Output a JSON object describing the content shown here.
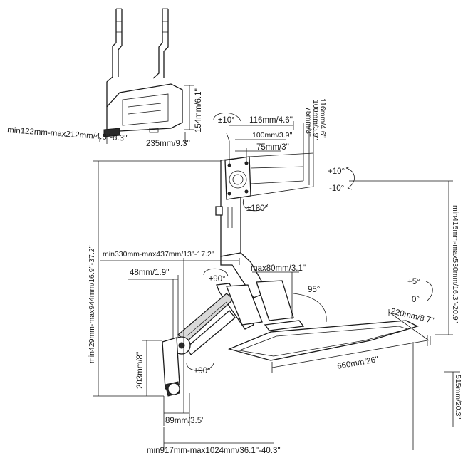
{
  "dimensions": {
    "cpu_holder_height": "154mm/6.1''",
    "cpu_holder_width": "235mm/9.3''",
    "cpu_holder_range": "min122mm-max212mm/4.8''-8.3''",
    "vesa_116_h": "116mm/4.6''",
    "vesa_100_h": "100mm/3.9''",
    "vesa_75_h": "75mm/3''",
    "vesa_116_v": "116mm/4.6''",
    "vesa_100_v": "100mm/3.9''",
    "vesa_75_v": "75mm/3''",
    "tilt_monitor": "±10°",
    "rotate_monitor": "±180°",
    "tilt_plus": "+10°",
    "tilt_minus": "-10°",
    "total_height": "min429mm-max944mm/16.9''-37.2''",
    "arm_reach": "min330mm-max437mm/13''-17.2''",
    "wall_offset": "48mm/1.9''",
    "swivel_upper": "±90°",
    "swivel_lower": "±90°",
    "gap_max": "max80mm/3.1''",
    "keyboard_angle": "95°",
    "keyboard_tilt_plus": "+5°",
    "keyboard_tilt_zero": "0°",
    "keyboard_depth": "220mm/8.7''",
    "keyboard_width": "660mm/26''",
    "monitor_to_tray": "min415mm-max530mm/16.3''-20.9''",
    "wall_plate_height": "203mm/8''",
    "wall_plate_width": "89mm/3.5''",
    "total_depth": "min917mm-max1024mm/36.1''-40.3''",
    "tray_height": "515mm/20.3''"
  }
}
